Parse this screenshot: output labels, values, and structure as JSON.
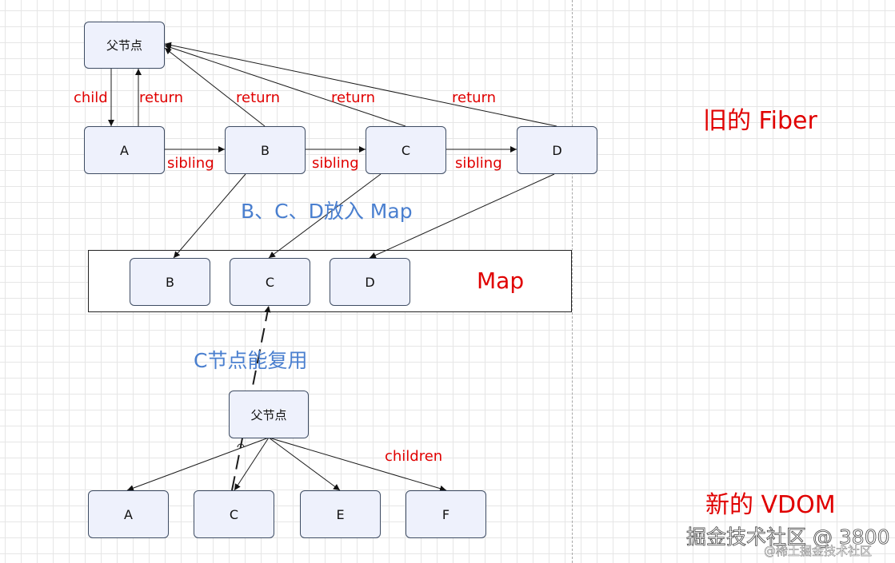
{
  "nodes": {
    "old_parent": "父节点",
    "old_a": "A",
    "old_b": "B",
    "old_c": "C",
    "old_d": "D",
    "map_b": "B",
    "map_c": "C",
    "map_d": "D",
    "new_parent": "父节点",
    "new_a": "A",
    "new_c": "C",
    "new_e": "E",
    "new_f": "F"
  },
  "labels": {
    "child": "child",
    "return_a": "return",
    "return_b": "return",
    "return_c": "return",
    "return_d": "return",
    "sibling_1": "sibling",
    "sibling_2": "sibling",
    "sibling_3": "sibling",
    "put_in_map": "B、C、D放入 Map",
    "map": "Map",
    "reuse": "C节点能复用",
    "children": "children",
    "old_fiber": "旧的 Fiber",
    "new_vdom": "新的 VDOM"
  },
  "watermark": {
    "main": "掘金技术社区 @ 3800",
    "sub": "@稀土掘金技术社区"
  },
  "colors": {
    "node_fill": "#eef1fc",
    "node_border": "#3e4c63",
    "label_red": "#e00000",
    "label_blue": "#4a7fcf",
    "grid": "#e6e6e6"
  }
}
